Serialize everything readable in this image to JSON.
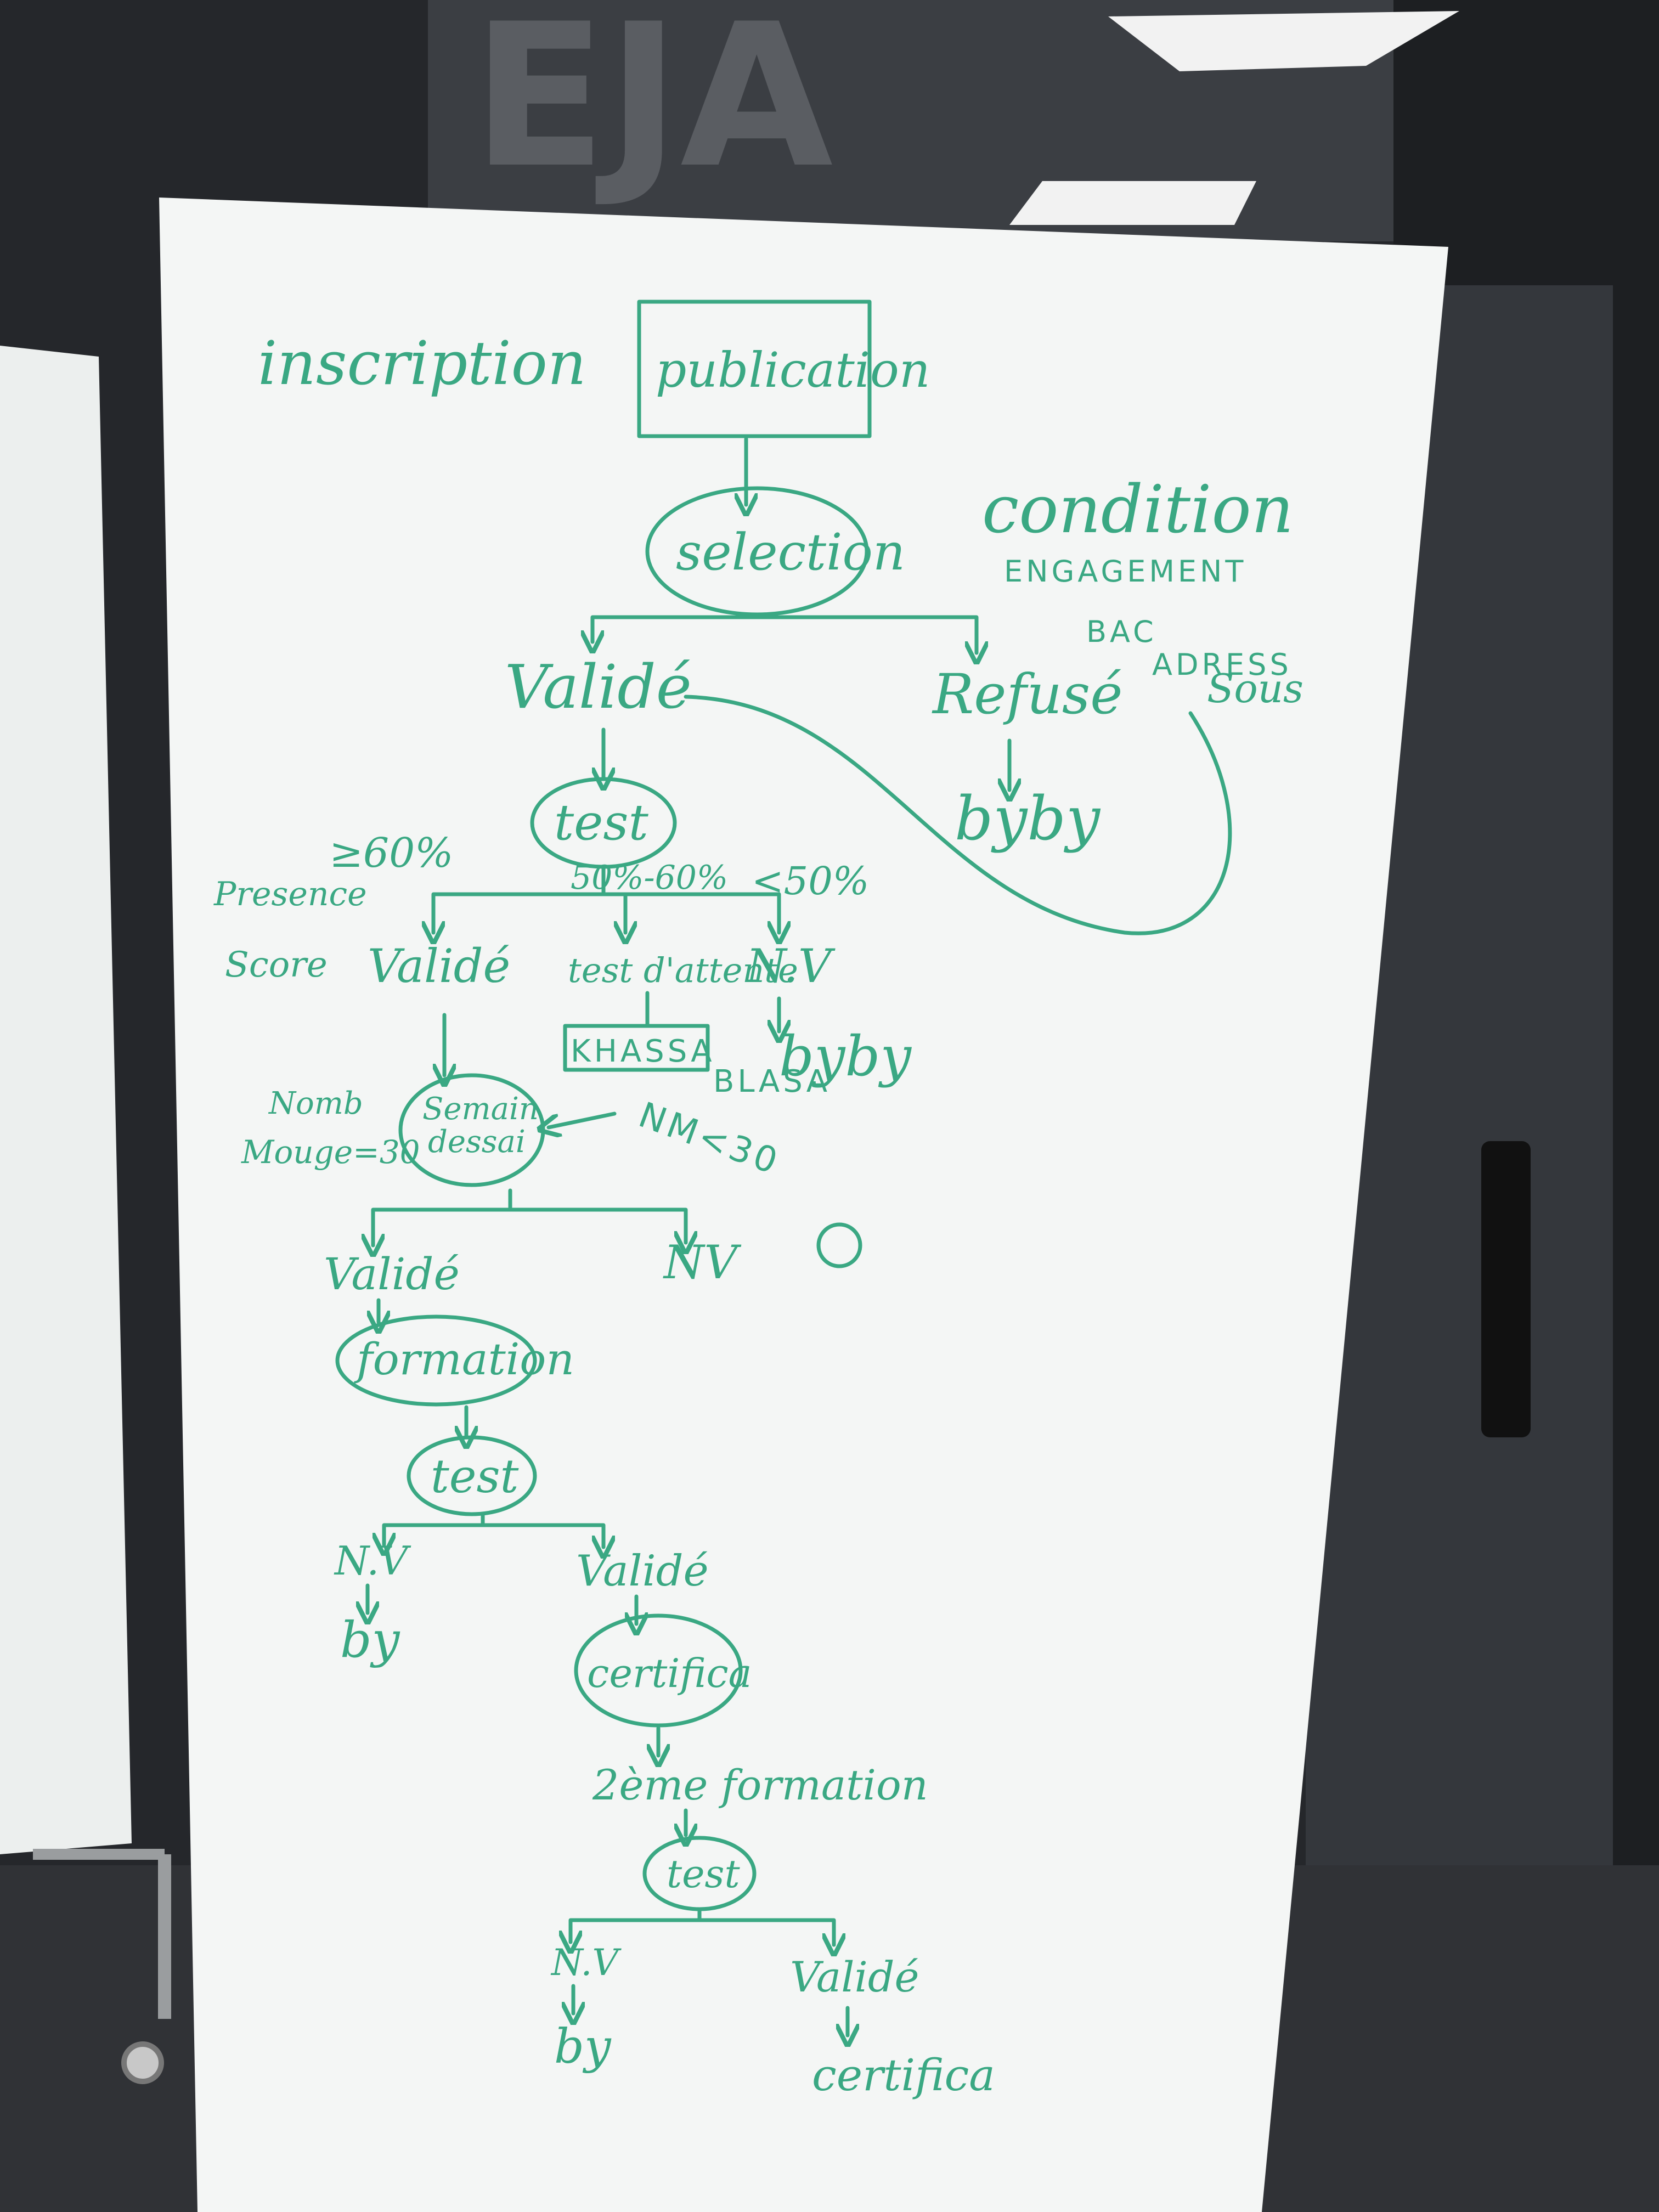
{
  "scene": {
    "background_wall_color": "#2a2c30",
    "board_color": "#f4f6f5",
    "ink_color": "#3aa883",
    "logo_text": "EJA"
  },
  "whiteboard": {
    "top": {
      "inscription": "inscription",
      "publication": "publication",
      "selection": "selection"
    },
    "conditions": {
      "title": "condition",
      "items": [
        "ENGAGEMENT",
        "BAC",
        "ADRESS",
        "Sous"
      ]
    },
    "branch1": {
      "valide": "Validé",
      "refuse": "Refusé",
      "byby": "byby"
    },
    "test1": {
      "label": "test",
      "ge60": "≥60%",
      "range": "50%-60%",
      "lt50": "<50%",
      "presence_score": [
        "Presence",
        "Score"
      ],
      "valide": "Validé",
      "test_attente": "test d'attente",
      "nv": "N.V",
      "byby": "byby"
    },
    "khassa": {
      "box": "KHASSA",
      "blasa": "BLASA",
      "nm": "NM<30"
    },
    "seminar": {
      "label_lines": [
        "Semain",
        "dessai"
      ],
      "note_lines": [
        "Nomb",
        "Mouge=30"
      ],
      "valide": "Validé",
      "nv": "NV"
    },
    "formation": {
      "label": "formation",
      "test": "test",
      "nv": "N.V",
      "by": "by",
      "valide": "Validé",
      "certifica": "certifica"
    },
    "second": {
      "label": "2ème formation",
      "test": "test",
      "nv": "N.V",
      "by": "by",
      "valide": "Validé",
      "certifica": "certifica"
    }
  }
}
